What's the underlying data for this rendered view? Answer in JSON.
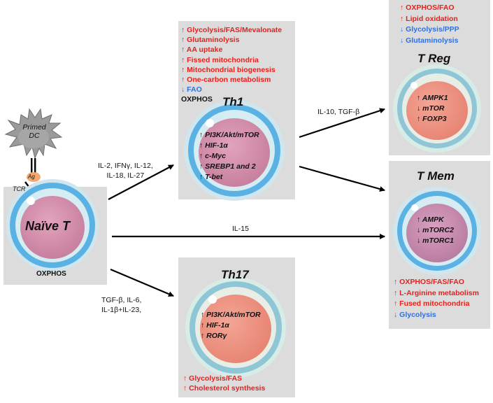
{
  "naive": {
    "primed_dc": [
      "Primed",
      "DC"
    ],
    "ag": "Ag",
    "tcr": "TCR",
    "title": "Naïve T",
    "metabolism": "OXPHOS"
  },
  "th1": {
    "metabolism": [
      {
        "arrow": "↑",
        "text": "Glycolysis/FAS/Mevalonate",
        "color": "red"
      },
      {
        "arrow": "↑",
        "text": "Glutaminolysis",
        "color": "red"
      },
      {
        "arrow": "↑",
        "text": "AA uptake",
        "color": "red"
      },
      {
        "arrow": "↑",
        "text": "Fissed mitochondria",
        "color": "red"
      },
      {
        "arrow": "↑",
        "text": "Mitochondrial biogenesis",
        "color": "red"
      },
      {
        "arrow": "↑",
        "text": "One-carbon metabolism",
        "color": "red"
      },
      {
        "arrow": "↓",
        "text": "FAO",
        "color": "blue"
      },
      {
        "arrow": "",
        "text": "OXPHOS",
        "color": "black"
      }
    ],
    "title": "Th1",
    "markers": [
      {
        "arrow": "↑",
        "text": "PI3K/Akt/mTOR"
      },
      {
        "arrow": "↑",
        "text": "HIF-1α"
      },
      {
        "arrow": "↑",
        "text": "c-Myc"
      },
      {
        "arrow": "↑",
        "text": "SREBP1 and 2"
      },
      {
        "arrow": "↑",
        "text": "T-bet"
      }
    ]
  },
  "th17": {
    "title": "Th17",
    "markers": [
      {
        "arrow": "↑",
        "text": "PI3K/Akt/mTOR"
      },
      {
        "arrow": "↑",
        "text": "HIF-1α"
      },
      {
        "arrow": "↑",
        "text": "RORγ"
      }
    ],
    "metabolism": [
      {
        "arrow": "↑",
        "text": "Glycolysis/FAS",
        "color": "red"
      },
      {
        "arrow": "↑",
        "text": "Cholesterol synthesis",
        "color": "red"
      }
    ]
  },
  "treg": {
    "metabolism": [
      {
        "arrow": "↑",
        "text": "OXPHOS/FAO",
        "color": "red"
      },
      {
        "arrow": "↑",
        "text": "Lipid oxidation",
        "color": "red"
      },
      {
        "arrow": "↓",
        "text": "Glycolysis/PPP",
        "color": "blue"
      },
      {
        "arrow": "↓",
        "text": "Glutaminolysis",
        "color": "blue"
      }
    ],
    "title": "T Reg",
    "markers": [
      {
        "arrow": "↑",
        "text": "AMPK1"
      },
      {
        "arrow": "↓",
        "text": "mTOR"
      },
      {
        "arrow": "↑",
        "text": "FOXP3"
      }
    ]
  },
  "tmem": {
    "title": "T Mem",
    "markers": [
      {
        "arrow": "↑",
        "text": "AMPK"
      },
      {
        "arrow": "↓",
        "text": "mTORC2"
      },
      {
        "arrow": "↓",
        "text": "mTORC1"
      }
    ],
    "metabolism": [
      {
        "arrow": "↑",
        "text": "OXPHOS/FAS/FAO",
        "color": "red"
      },
      {
        "arrow": "↑",
        "text": "L-Arginine metabolism",
        "color": "red"
      },
      {
        "arrow": "↑",
        "text": "Fused mitochondria",
        "color": "red"
      },
      {
        "arrow": "↓",
        "text": "Glycolysis",
        "color": "blue"
      }
    ]
  },
  "cytokines": {
    "to_th1": [
      "IL-2, IFNγ, IL-12,",
      "IL-18, IL-27"
    ],
    "to_treg": "IL-10, TGF-β",
    "to_tmem": "IL-15",
    "to_th17": [
      "TGF-β, IL-6,",
      "IL-1β+IL-23,"
    ]
  }
}
